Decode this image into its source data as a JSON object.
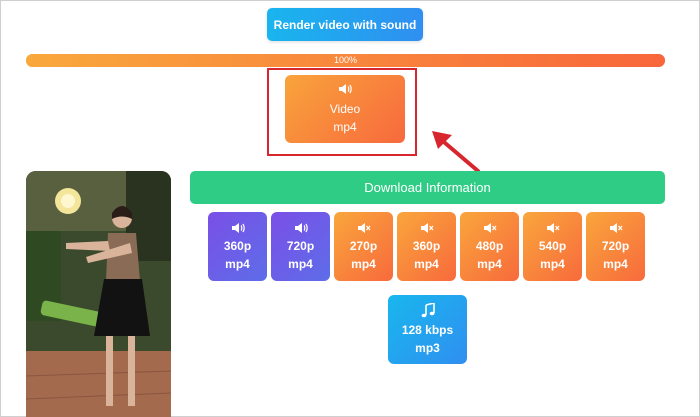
{
  "render_button": {
    "label": "Render video with sound"
  },
  "progress": {
    "label": "100%",
    "value": 100
  },
  "video_card": {
    "icon": "speaker-icon",
    "line1": "Video",
    "line2": "mp4"
  },
  "download_bar": {
    "label": "Download Information"
  },
  "tiles": [
    {
      "res": "360p",
      "format": "mp4",
      "icon": "speaker-icon",
      "color": "purple"
    },
    {
      "res": "720p",
      "format": "mp4",
      "icon": "speaker-icon",
      "color": "purple"
    },
    {
      "res": "270p",
      "format": "mp4",
      "icon": "speaker-muted-icon",
      "color": "orange"
    },
    {
      "res": "360p",
      "format": "mp4",
      "icon": "speaker-muted-icon",
      "color": "orange"
    },
    {
      "res": "480p",
      "format": "mp4",
      "icon": "speaker-muted-icon",
      "color": "orange"
    },
    {
      "res": "540p",
      "format": "mp4",
      "icon": "speaker-muted-icon",
      "color": "orange"
    },
    {
      "res": "720p",
      "format": "mp4",
      "icon": "speaker-muted-icon",
      "color": "orange"
    }
  ],
  "mp3_tile": {
    "icon": "music-note-icon",
    "line1": "128 kbps",
    "line2": "mp3"
  },
  "colors": {
    "highlight": "#d7262e",
    "green": "#2fcc85",
    "blue": "#2f8ff0",
    "orange": "#f86a3c",
    "purple": "#7b4fe6"
  }
}
